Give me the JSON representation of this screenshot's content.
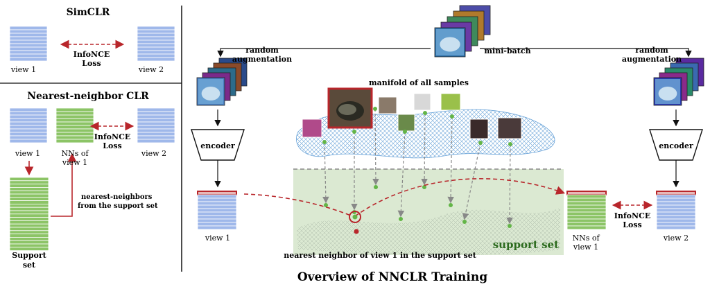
{
  "left_panel": {
    "simclr": {
      "title": "SimCLR",
      "view1": "view 1",
      "view2": "view 2",
      "loss_line1": "InfoNCE",
      "loss_line2": "Loss"
    },
    "nnclr": {
      "title": "Nearest-neighbor CLR",
      "view1": "view 1",
      "view2": "view 2",
      "nn_line1": "NNs of",
      "nn_line2": "view 1",
      "loss_line1": "InfoNCE",
      "loss_line2": "Loss",
      "support_line1": "Support",
      "support_line2": "set",
      "nn_note_line1": "nearest-neighbors",
      "nn_note_line2": "from the support set"
    }
  },
  "main": {
    "random_aug_left_line1": "random",
    "random_aug_left_line2": "augmentation",
    "random_aug_right_line1": "random",
    "random_aug_right_line2": "augmentation",
    "mini_batch": "mini-batch",
    "manifold_label": "manifold of  all samples",
    "encoder_left": "encoder",
    "encoder_right": "encoder",
    "view1": "view 1",
    "view2": "view 2",
    "nn_line1": "NNs of",
    "nn_line2": "view 1",
    "loss_line1": "InfoNCE",
    "loss_line2": "Loss",
    "support_set": "support set",
    "nearest_caption": "nearest neighbor of view 1 in the support set"
  },
  "caption": "Overview of NNCLR Training",
  "colors": {
    "blue_stack": "#9fb8ea",
    "green_stack": "#8cc466",
    "red_accent": "#b8262b",
    "support_bg": "#dbe9d2",
    "support_text": "#2c6b1e",
    "manifold": "#4f93d2",
    "point_green": "#63b547"
  }
}
